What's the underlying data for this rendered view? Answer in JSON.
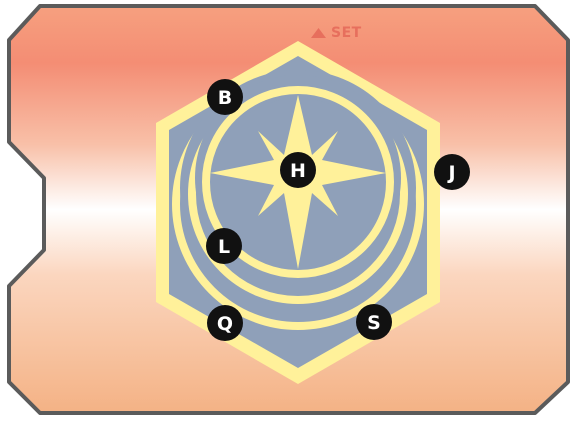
{
  "header": {
    "set_label": "SET",
    "set_color": "#e76f5d"
  },
  "panel": {
    "gradient_colors": [
      "#f48f76",
      "#ffffff",
      "#f4b48a"
    ],
    "border_color": "#5b5b5b"
  },
  "emblem": {
    "hex_outer_color": "#fff19a",
    "hex_inner_color": "#8fa0b9",
    "star_color": "#fff19a"
  },
  "markers": [
    {
      "id": "b",
      "label": "B"
    },
    {
      "id": "h",
      "label": "H"
    },
    {
      "id": "j",
      "label": "J"
    },
    {
      "id": "l",
      "label": "L"
    },
    {
      "id": "q",
      "label": "Q"
    },
    {
      "id": "s",
      "label": "S"
    }
  ]
}
